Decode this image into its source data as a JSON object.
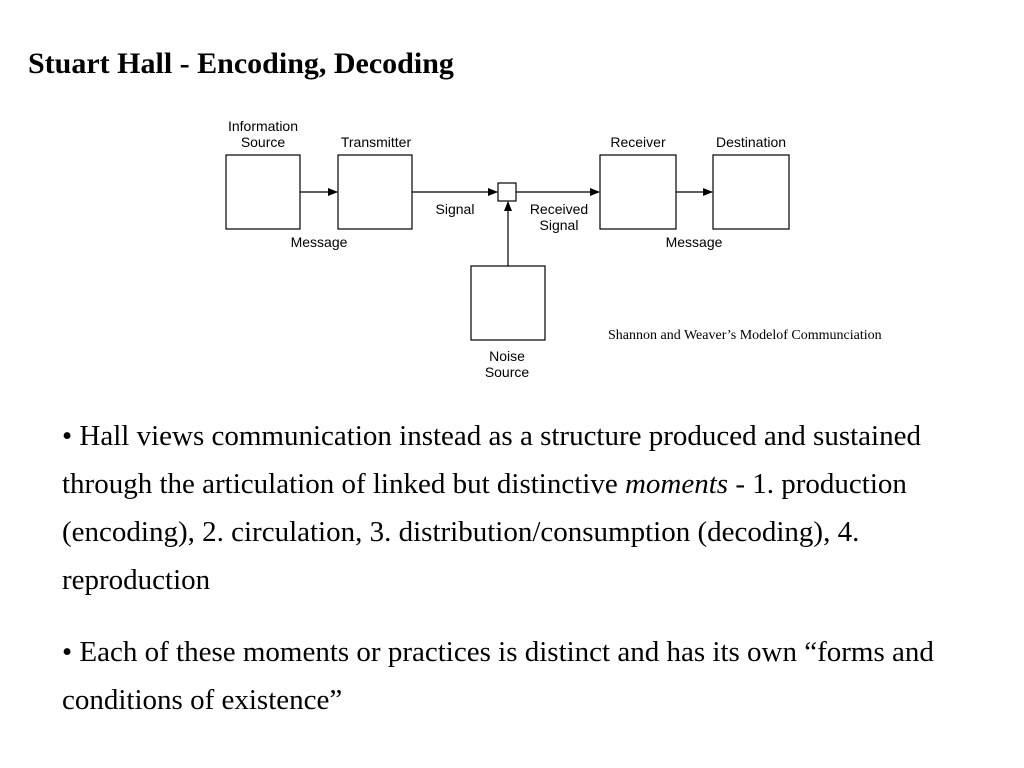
{
  "slide": {
    "title": "Stuart Hall - Encoding, Decoding"
  },
  "diagram": {
    "labels": {
      "information_source_line1": "Information",
      "information_source_line2": "Source",
      "transmitter": "Transmitter",
      "receiver": "Receiver",
      "destination": "Destination",
      "message_left": "Message",
      "message_right": "Message",
      "signal": "Signal",
      "received_signal_line1": "Received",
      "received_signal_line2": "Signal",
      "noise_source_line1": "Noise",
      "noise_source_line2": "Source"
    },
    "caption": "Shannon and Weaver’s Modelof Communciation"
  },
  "bullets": [
    {
      "marker": "•",
      "text_before": " Hall views communication instead as a structure produced and sustained through the articulation of linked but distinctive ",
      "emphasis": "moments",
      "text_after": " - 1. production (encoding), 2. circulation, 3. distribution/consumption (decoding), 4. reproduction"
    },
    {
      "marker": "•",
      "text": " Each of these moments or practices is distinct and has its own “forms and conditions of existence”"
    }
  ]
}
